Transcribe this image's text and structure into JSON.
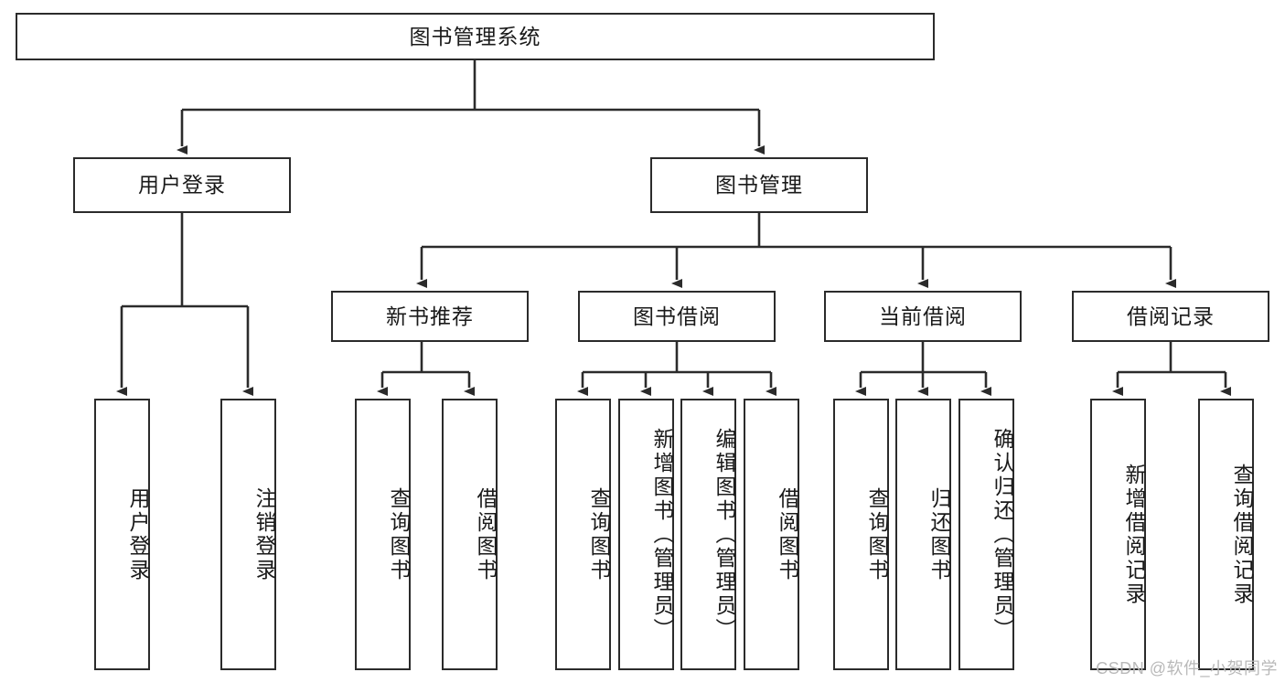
{
  "diagram": {
    "title": "图书管理系统",
    "type": "tree-hierarchy-chart",
    "root": {
      "id": "root",
      "label": "图书管理系统",
      "orientation": "horizontal"
    },
    "level2": [
      {
        "id": "user-login",
        "label": "用户登录",
        "orientation": "horizontal"
      },
      {
        "id": "book-manage",
        "label": "图书管理",
        "orientation": "horizontal"
      }
    ],
    "level3": [
      {
        "id": "new-book-recommend",
        "label": "新书推荐",
        "orientation": "horizontal",
        "parent": "book-manage"
      },
      {
        "id": "book-borrow",
        "label": "图书借阅",
        "orientation": "horizontal",
        "parent": "book-manage"
      },
      {
        "id": "current-borrow",
        "label": "当前借阅",
        "orientation": "horizontal",
        "parent": "book-manage"
      },
      {
        "id": "borrow-record",
        "label": "借阅记录",
        "orientation": "horizontal",
        "parent": "book-manage"
      }
    ],
    "leaves": [
      {
        "id": "leaf-user-login",
        "label": "用户登录",
        "parent": "user-login"
      },
      {
        "id": "leaf-user-logout",
        "label": "注销登录",
        "parent": "user-login"
      },
      {
        "id": "leaf-query-book-1",
        "label": "查询图书",
        "parent": "new-book-recommend"
      },
      {
        "id": "leaf-borrow-book-1",
        "label": "借阅图书",
        "parent": "new-book-recommend"
      },
      {
        "id": "leaf-query-book-2",
        "label": "查询图书",
        "parent": "book-borrow"
      },
      {
        "id": "leaf-add-book",
        "label": "新增图书（管理员）",
        "parent": "book-borrow"
      },
      {
        "id": "leaf-edit-book",
        "label": "编辑图书（管理员）",
        "parent": "book-borrow"
      },
      {
        "id": "leaf-borrow-book-2",
        "label": "借阅图书",
        "parent": "book-borrow"
      },
      {
        "id": "leaf-query-book-3",
        "label": "查询图书",
        "parent": "current-borrow"
      },
      {
        "id": "leaf-return-book",
        "label": "归还图书",
        "parent": "current-borrow"
      },
      {
        "id": "leaf-confirm-return",
        "label": "确认归还（管理员）",
        "parent": "current-borrow"
      },
      {
        "id": "leaf-add-record",
        "label": "新增借阅记录",
        "parent": "borrow-record"
      },
      {
        "id": "leaf-query-record",
        "label": "查询借阅记录",
        "parent": "borrow-record"
      }
    ]
  },
  "watermark": {
    "text": "CSDN @软件_小贺同学"
  },
  "colors": {
    "stroke": "#2b2b2b",
    "fill": "#ffffff",
    "text": "#1a1a1a",
    "watermark": "#b9b9b9"
  }
}
